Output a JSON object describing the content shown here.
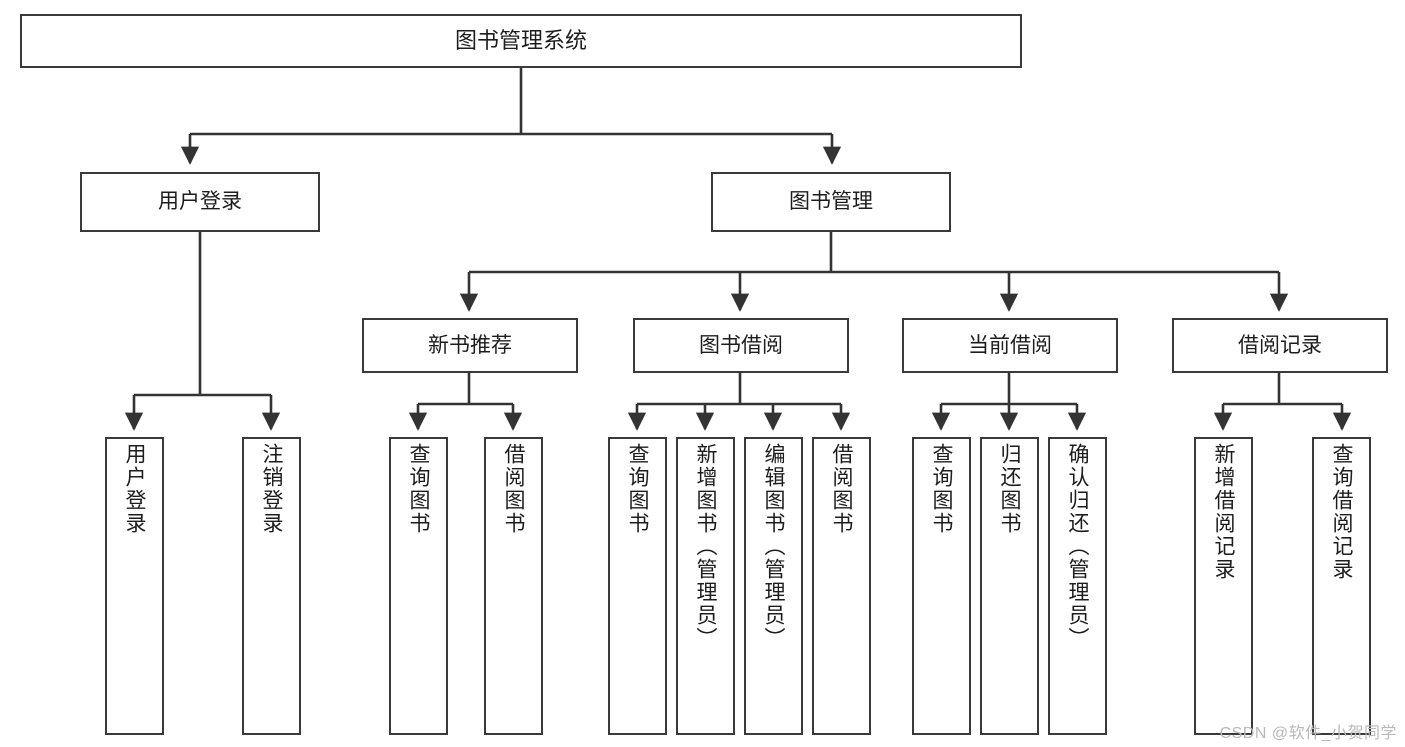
{
  "diagram": {
    "title": "图书管理系统",
    "type": "tree-hierarchy-diagram",
    "colors": {
      "node_border": "#3a3a3a",
      "node_fill": "#ffffff",
      "edge": "#333333",
      "text": "#1d1d1d",
      "watermark": "#b9b9b9",
      "background": "#ffffff"
    },
    "nodes": {
      "root": {
        "label": "图书管理系统"
      },
      "level2": [
        {
          "label": "用户登录"
        },
        {
          "label": "图书管理"
        }
      ],
      "level3": [
        {
          "label": "新书推荐"
        },
        {
          "label": "图书借阅"
        },
        {
          "label": "当前借阅"
        },
        {
          "label": "借阅记录"
        }
      ],
      "leaves_user_login": [
        {
          "label": "用户登录"
        },
        {
          "label": "注销登录"
        }
      ],
      "leaves_new_book": [
        {
          "label": "查询图书"
        },
        {
          "label": "借阅图书"
        }
      ],
      "leaves_borrow": [
        {
          "label": "查询图书"
        },
        {
          "label": "新增图书（管理员）"
        },
        {
          "label": "编辑图书（管理员）"
        },
        {
          "label": "借阅图书"
        }
      ],
      "leaves_current": [
        {
          "label": "查询图书"
        },
        {
          "label": "归还图书"
        },
        {
          "label": "确认归还（管理员）"
        }
      ],
      "leaves_records": [
        {
          "label": "新增借阅记录"
        },
        {
          "label": "查询借阅记录"
        }
      ]
    },
    "watermark": "CSDN @软件_小贺同学"
  }
}
